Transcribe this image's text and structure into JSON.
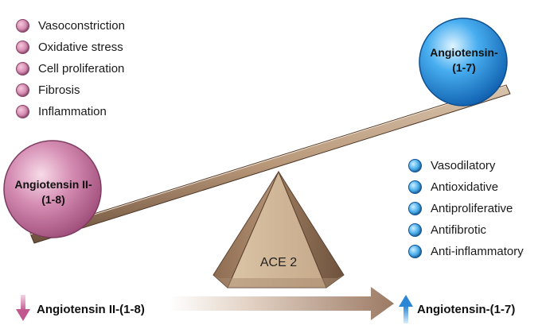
{
  "effects_ang2": {
    "items": [
      "Vasoconstriction",
      "Oxidative stress",
      "Cell proliferation",
      "Fibrosis",
      "Inflammation"
    ],
    "color": "#d58db3"
  },
  "effects_ang17": {
    "items": [
      "Vasodilatory",
      "Antioxidative",
      "Antiproliferative",
      "Antifibrotic",
      "Anti-inflammatory"
    ],
    "color": "#3ea6ea"
  },
  "balls": {
    "ang2": {
      "line1": "Angiotensin II-",
      "line2": "(1-8)",
      "color": "#d58db3"
    },
    "ang17": {
      "line1": "Angiotensin-",
      "line2": "(1-7)",
      "color": "#3ea6ea"
    }
  },
  "fulcrum": {
    "label": "ACE 2"
  },
  "bottom": {
    "left": {
      "label": "Angiotensin II-(1-8)",
      "direction": "down",
      "icon": "down-arrow-icon"
    },
    "right": {
      "label": "Angiotensin-(1-7)",
      "direction": "up",
      "icon": "up-arrow-icon"
    }
  }
}
